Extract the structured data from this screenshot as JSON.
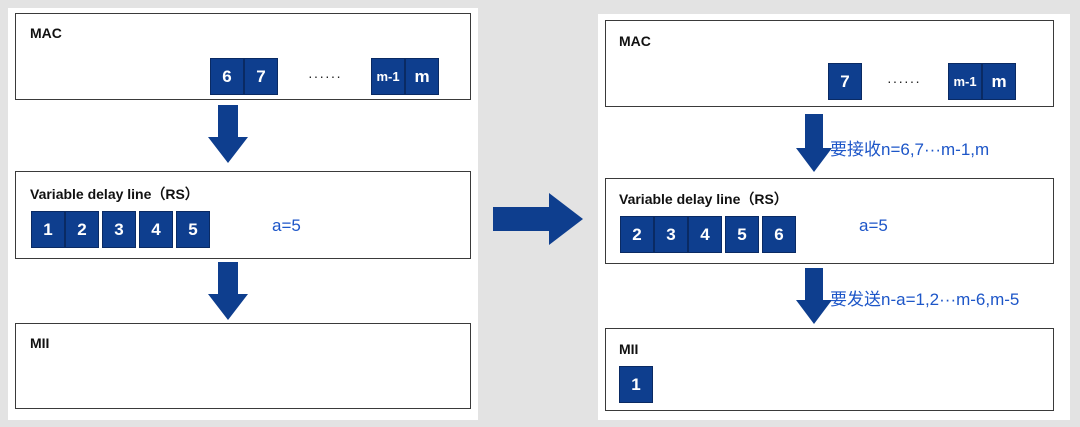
{
  "colors": {
    "block_fill": "#0e3e8e",
    "arrow_fill": "#0e3e8e",
    "annotation_text": "#1d56c8"
  },
  "left": {
    "mac": {
      "title": "MAC",
      "cells": [
        "6",
        "7"
      ],
      "ellipsis": "······",
      "tail_cells": [
        "m-1",
        "m"
      ]
    },
    "rs": {
      "title": "Variable delay line（RS）",
      "cells": [
        "1",
        "2",
        "3",
        "4",
        "5"
      ],
      "a_label": "a=5"
    },
    "mii": {
      "title": "MII"
    }
  },
  "right": {
    "mac": {
      "title": "MAC",
      "cells": [
        "7"
      ],
      "ellipsis": "······",
      "tail_cells": [
        "m-1",
        "m"
      ]
    },
    "receive_note": "要接收n=6,7···m-1,m",
    "rs": {
      "title": "Variable delay line（RS）",
      "cells": [
        "2",
        "3",
        "4",
        "5",
        "6"
      ],
      "a_label": "a=5"
    },
    "send_note": "要发送n-a=1,2···m-6,m-5",
    "mii": {
      "title": "MII",
      "cells": [
        "1"
      ]
    }
  }
}
